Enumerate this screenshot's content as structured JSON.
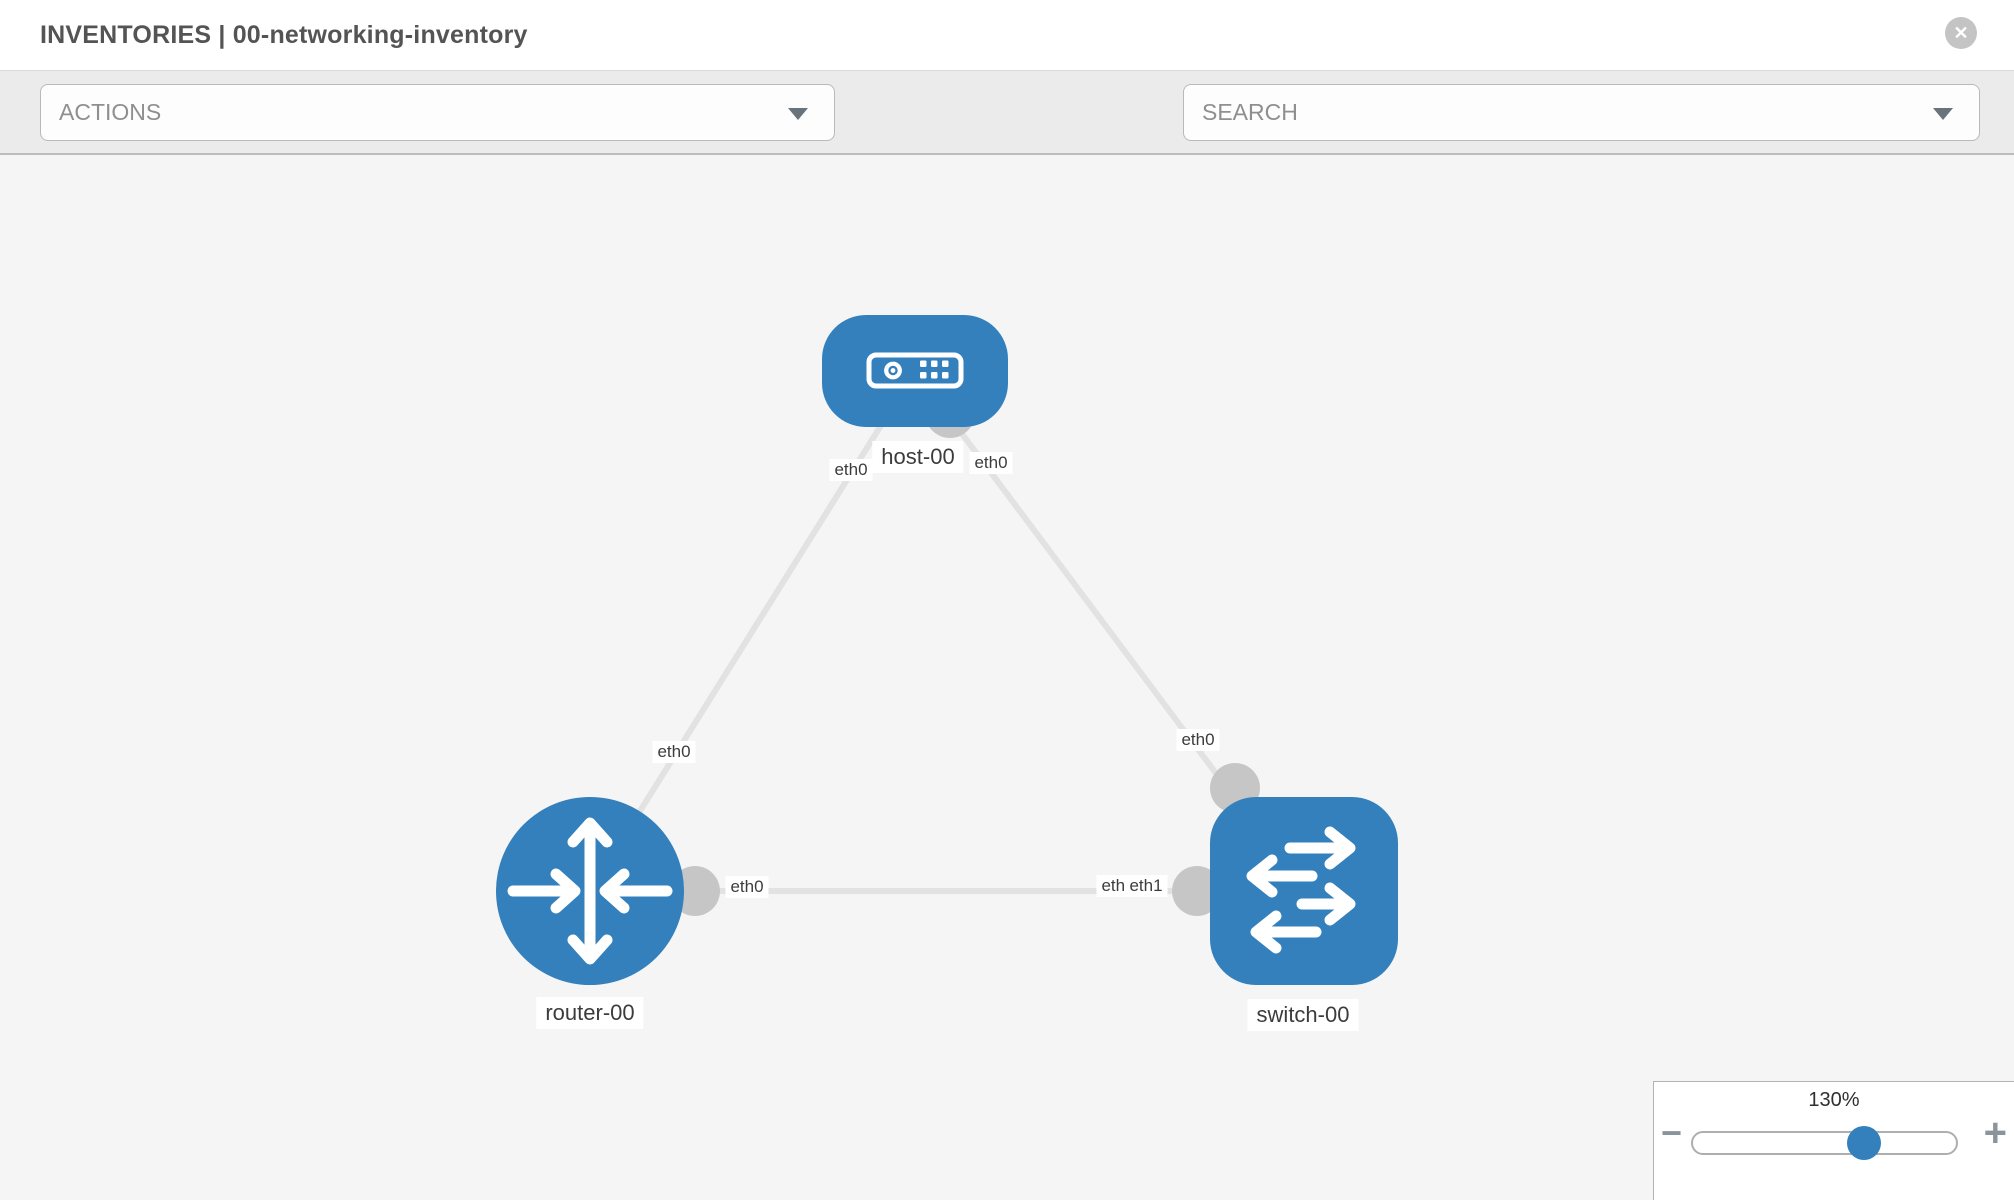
{
  "header": {
    "title": "INVENTORIES | 00-networking-inventory",
    "close_glyph": "✕"
  },
  "toolbar": {
    "actions_label": "ACTIONS",
    "search_label": "SEARCH"
  },
  "topology": {
    "nodes": [
      {
        "name": "host-00",
        "type": "host",
        "icon": "server-icon"
      },
      {
        "name": "router-00",
        "type": "router",
        "icon": "router-icon"
      },
      {
        "name": "switch-00",
        "type": "switch",
        "icon": "switch-icon"
      }
    ],
    "links": [
      {
        "source": "router-00",
        "source_if": "eth0",
        "target": "host-00",
        "target_if": "eth0"
      },
      {
        "source": "host-00",
        "source_if": "eth0",
        "target": "switch-00",
        "target_if": "eth0"
      },
      {
        "source": "router-00",
        "source_if": "eth0",
        "target": "switch-00",
        "target_if": "eth1",
        "overlapped_label": "eth0"
      }
    ]
  },
  "zoom_control": {
    "percent": "130%",
    "minus_glyph": "−",
    "plus_glyph": "+"
  },
  "colors": {
    "node_blue": "#3380bc",
    "edge_gray": "#e2e2e2",
    "interface_gray": "#c6c6c6",
    "canvas_bg": "#f5f5f5",
    "toolbar_bg": "#ebebeb",
    "icon_gray": "#7b8791"
  }
}
